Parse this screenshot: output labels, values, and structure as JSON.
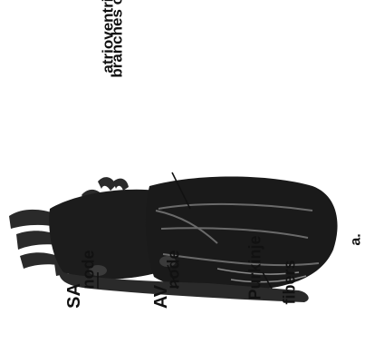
{
  "figure": {
    "labels": {
      "sa_node_line1": "SA",
      "sa_node_line2": "node",
      "av_node_line1": "AV",
      "av_node_line2": "node",
      "purkinje_line1": "Purkinje",
      "purkinje_line2": "fibers",
      "bundle_line1": "branches of",
      "bundle_line2": "atrioventricular bundle",
      "panel_letter": "a."
    },
    "colors": {
      "tissue": "#1c1c1c",
      "ink": "#111111",
      "background": "#ffffff"
    }
  }
}
